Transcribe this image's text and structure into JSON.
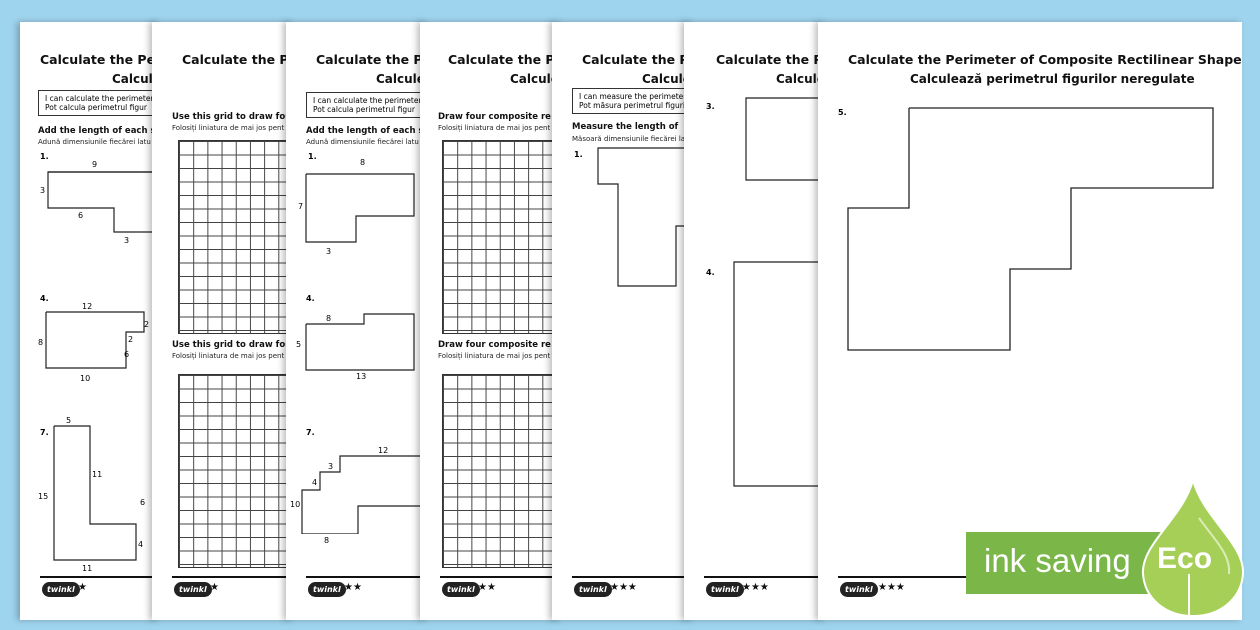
{
  "title_en": "Calculate the Perimeter of Composite Rectilinear Shapes",
  "title_ro": "Calculează perimetrul figurilor neregulate",
  "title_short": "Calculate the Pe",
  "subtitle_short": "Calcule",
  "ican_calc": "I can calculate the perimeter",
  "ican_calc_ro": "Pot calcula perimetrul figur",
  "ican_measure": "I can measure the perimeter",
  "ican_measure_ro": "Pot măsura perimetrul figurilor ne",
  "add_lengths": "Add the length of each side",
  "add_lengths_ro": "Adună dimensiunile fiecărei latu",
  "use_grid": "Use this grid to draw four co",
  "use_grid_ro": "Folosiți liniatura de mai jos pent",
  "draw_four": "Draw four composite re",
  "measure_len": "Measure the length of",
  "measure_len_ro": "Măsoară dimensiunile fiecărei lat",
  "logo": "twinkl",
  "stars1": "★",
  "stars2": "★★",
  "stars3": "★★★",
  "eco_banner": "ink saving",
  "eco_word": "Eco",
  "q": [
    "1.",
    "4.",
    "7.",
    "3.",
    "5."
  ],
  "sheet1_labels": [
    "9",
    "3",
    "6",
    "3",
    "12",
    "2",
    "8",
    "2",
    "6",
    "10",
    "5",
    "11",
    "15",
    "6",
    "4",
    "11"
  ],
  "sheet3_labels": [
    "8",
    "7",
    "3",
    "8",
    "5",
    "13",
    "12",
    "3",
    "4",
    "10",
    "8"
  ],
  "colors": {
    "background": "#9fd4ee",
    "eco_green": "#7ab648",
    "drop_green": "#a6cf57"
  }
}
